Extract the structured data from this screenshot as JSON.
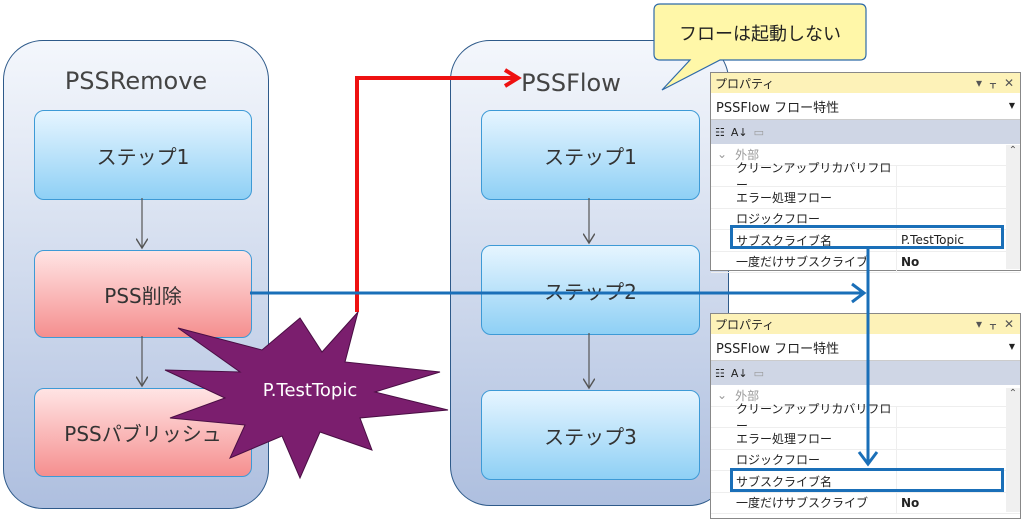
{
  "left_flow": {
    "title": "PSSRemove",
    "steps": [
      "ステップ1",
      "PSS削除",
      "PSSパブリッシュ"
    ]
  },
  "right_flow": {
    "title": "PSSFlow",
    "steps": [
      "ステップ1",
      "ステップ2",
      "ステップ3"
    ]
  },
  "callout": "フローは起動しない",
  "topic_burst": "P.TestTopic",
  "colors": {
    "trigger_arrow": "#ee1111",
    "subscribe_arrow": "#1a6fb8",
    "burst": "#7b1e6e",
    "callout": "#fff7a8"
  },
  "panels": [
    {
      "title": "プロパティ",
      "selector": "PSSFlow フロー特性",
      "category": "外部",
      "rows": [
        {
          "k": "クリーンアップリカバリフロー",
          "v": ""
        },
        {
          "k": "エラー処理フロー",
          "v": ""
        },
        {
          "k": "ロジックフロー",
          "v": ""
        },
        {
          "k": "サブスクライブ名",
          "v": "P.TestTopic"
        },
        {
          "k": "一度だけサブスクライブ",
          "v": "No"
        }
      ]
    },
    {
      "title": "プロパティ",
      "selector": "PSSFlow フロー特性",
      "category": "外部",
      "rows": [
        {
          "k": "クリーンアップリカバリフロー",
          "v": ""
        },
        {
          "k": "エラー処理フロー",
          "v": ""
        },
        {
          "k": "ロジックフロー",
          "v": ""
        },
        {
          "k": "サブスクライブ名",
          "v": ""
        },
        {
          "k": "一度だけサブスクライブ",
          "v": "No"
        }
      ]
    }
  ]
}
